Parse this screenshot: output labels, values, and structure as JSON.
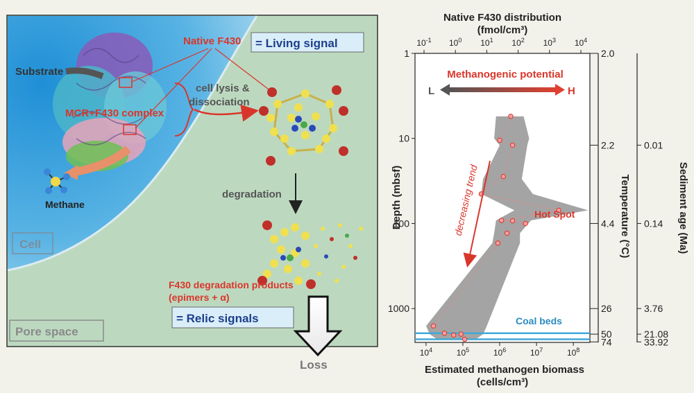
{
  "left_panel": {
    "native_label": "Native F430",
    "living_signal": "= Living signal",
    "substrate": "Substrate",
    "mcr_complex": "MCR+F430 complex",
    "lysis_line1": "cell lysis &",
    "lysis_line2": "dissociation",
    "degradation": "degradation",
    "methane": "Methane",
    "cell": "Cell",
    "products_line1": "F430 degradation products",
    "products_line2": "(epimers + α)",
    "relic_signals": "= Relic signals",
    "pore_space": "Pore space",
    "loss": "Loss"
  },
  "colors": {
    "accent_red": "#d9362b",
    "signal_blue": "#1d3f8c",
    "cell_blue": "#5ab4e4",
    "pore_green": "#bcd9bf",
    "profile_gray": "#9a9a9a",
    "coal_blue": "#40a8d8",
    "gray_text": "#555555"
  },
  "chart_data": {
    "type": "area",
    "title": "Native F430 distribution",
    "top_axis_label": "(fmol/cm³)",
    "top_ticks": [
      {
        "base": "10",
        "exp": "-1"
      },
      {
        "base": "10",
        "exp": "0"
      },
      {
        "base": "10",
        "exp": "1"
      },
      {
        "base": "10",
        "exp": "2"
      },
      {
        "base": "10",
        "exp": "3"
      },
      {
        "base": "10",
        "exp": "4"
      }
    ],
    "xlabel_line1": "Estimated methanogen biomass",
    "xlabel_line2": "(cells/cm³)",
    "bottom_ticks": [
      {
        "base": "10",
        "exp": "4"
      },
      {
        "base": "10",
        "exp": "5"
      },
      {
        "base": "10",
        "exp": "6"
      },
      {
        "base": "10",
        "exp": "7"
      },
      {
        "base": "10",
        "exp": "8"
      }
    ],
    "ylabel": "Depth (mbsf)",
    "y_scale": "log",
    "ylim": [
      1,
      2500
    ],
    "y_ticks": [
      "1",
      "10",
      "100",
      "1000"
    ],
    "xlim_biomass_log10": [
      3.7,
      8.45
    ],
    "biomass_band": [
      {
        "depth": 5.5,
        "lo": 5.9,
        "hi": 6.65
      },
      {
        "depth": 10,
        "lo": 5.85,
        "hi": 6.8
      },
      {
        "depth": 12,
        "lo": 6.0,
        "hi": 6.75
      },
      {
        "depth": 30,
        "lo": 5.55,
        "hi": 6.6
      },
      {
        "depth": 45,
        "lo": 5.5,
        "hi": 6.9
      },
      {
        "depth": 70,
        "lo": 6.4,
        "hi": 8.4
      },
      {
        "depth": 92,
        "lo": 5.9,
        "hi": 6.85
      },
      {
        "depth": 130,
        "lo": 5.85,
        "hi": 6.55
      },
      {
        "depth": 170,
        "lo": 5.8,
        "hi": 6.55
      },
      {
        "depth": 1600,
        "lo": 4.0,
        "hi": 5.65
      },
      {
        "depth": 2000,
        "lo": 4.1,
        "hi": 5.55
      },
      {
        "depth": 2300,
        "lo": 4.3,
        "hi": 5.35
      }
    ],
    "biomass_points": [
      {
        "depth": 5.5,
        "log10_cells": 6.3
      },
      {
        "depth": 10.5,
        "log10_cells": 6.0
      },
      {
        "depth": 12,
        "log10_cells": 6.35
      },
      {
        "depth": 28,
        "log10_cells": 6.1
      },
      {
        "depth": 45,
        "log10_cells": 5.5
      },
      {
        "depth": 70,
        "log10_cells": 7.6
      },
      {
        "depth": 92,
        "log10_cells": 6.05
      },
      {
        "depth": 93,
        "log10_cells": 6.35
      },
      {
        "depth": 100,
        "log10_cells": 6.7
      },
      {
        "depth": 130,
        "log10_cells": 6.2
      },
      {
        "depth": 170,
        "log10_cells": 5.95
      },
      {
        "depth": 1600,
        "log10_cells": 4.2
      },
      {
        "depth": 1950,
        "log10_cells": 4.5
      },
      {
        "depth": 2050,
        "log10_cells": 4.75
      },
      {
        "depth": 2000,
        "log10_cells": 4.95
      },
      {
        "depth": 2300,
        "log10_cells": 5.05
      }
    ],
    "methanogenic_potential": "Methanogenic potential",
    "potential_low": "L",
    "potential_high": "H",
    "trend_label": "decreasing trend",
    "hot_spot": "Hot Spot",
    "coal_beds": {
      "label": "Coal beds",
      "depths": [
        1950,
        2300
      ]
    },
    "temperature": {
      "label": "Temperature (°C)",
      "ticks": [
        {
          "depth": 1,
          "label": "2.0"
        },
        {
          "depth": 12,
          "label": "2.2"
        },
        {
          "depth": 100,
          "label": "4.4"
        },
        {
          "depth": 1000,
          "label": "26"
        },
        {
          "depth": 2000,
          "label": "50"
        },
        {
          "depth": 2466,
          "label": "74"
        }
      ]
    },
    "sediment_age": {
      "label": "Sediment age  (Ma)",
      "ticks": [
        {
          "depth": 12,
          "label": "0.01"
        },
        {
          "depth": 100,
          "label": "0.14"
        },
        {
          "depth": 1000,
          "label": "3.76"
        },
        {
          "depth": 2000,
          "label": "21.08"
        },
        {
          "depth": 2466,
          "label": "33.92"
        }
      ]
    }
  }
}
